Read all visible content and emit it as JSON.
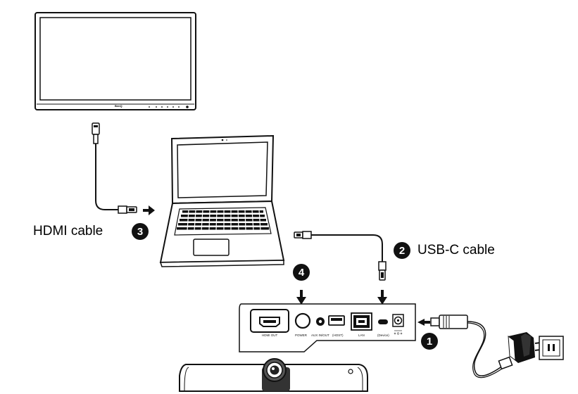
{
  "labels": {
    "hdmi_cable": "HDMI cable",
    "usbc_cable": "USB-C cable"
  },
  "badges": {
    "step1": "1",
    "step2": "2",
    "step3": "3",
    "step4": "4"
  },
  "monitor": {
    "brand": "BenQ"
  },
  "ports": {
    "hdmi_out": "HDMI OUT",
    "power": "POWER",
    "aux_in_out": "AUX IN/OUT",
    "usb_host": "(HOST)",
    "lan": "LAN",
    "usbc_device": "(Device)"
  },
  "colors": {
    "line": "#111111",
    "background": "#ffffff"
  }
}
